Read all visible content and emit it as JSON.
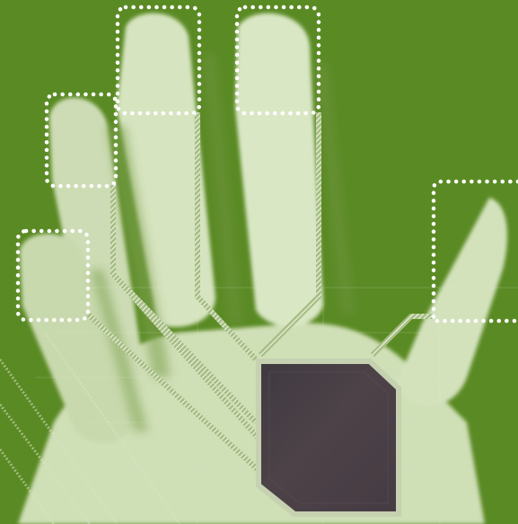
{
  "scene": {
    "background_color": "#5a8a24",
    "hand_color": "#d8e6c2",
    "hand_shadow_color": "#4f7f1e",
    "panel_fill": "#4a3f45",
    "panel_border": "#c9d4b4",
    "marker_color": "#ffffff",
    "connector_color": "#eef3e4"
  },
  "fingertip_markers": [
    {
      "name": "fingertip-marker-index"
    },
    {
      "name": "fingertip-marker-middle"
    },
    {
      "name": "fingertip-marker-ring"
    },
    {
      "name": "fingertip-marker-pinky"
    },
    {
      "name": "fingertip-marker-thumb"
    }
  ]
}
